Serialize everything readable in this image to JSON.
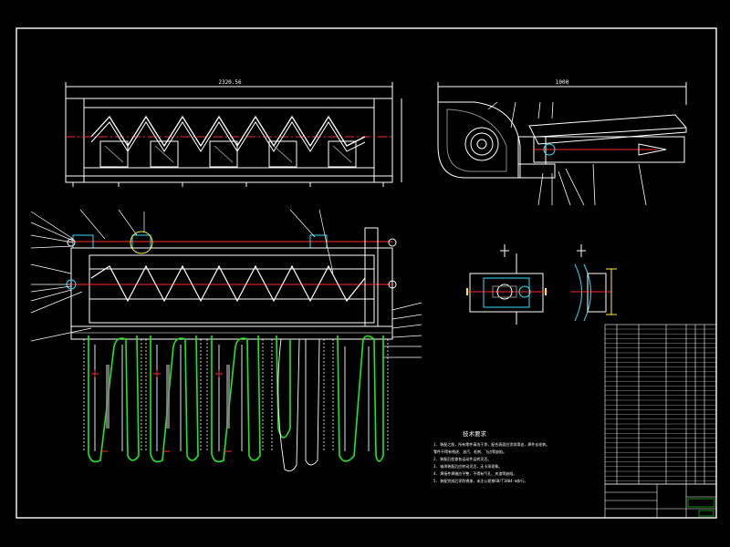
{
  "drawing": {
    "front_view_dimension": "2320.56",
    "side_view_dimension": "1000",
    "tech_req_title": "技术要求",
    "tech_req_lines": [
      "1. 装配之前，所有零件清洗干净，配合表面应涂润滑油，焊件去毛刺。",
      "   零件不得有锈迹、油污、毛刺、飞边等缺陷。",
      "2. 装配后检查各运动件运转灵活。",
      "3. 轴承装配后应转动灵活，无卡滞现象。",
      "4. 焊接件焊缝应平整，不得有气孔、夹渣等缺陷。",
      "5. 装配完成后涂防锈漆，未注公差按GB/T1804-m执行。"
    ]
  },
  "colors": {
    "border": "#ffffff",
    "line_white": "#ffffff",
    "centerline_red": "#ff2a2a",
    "highlight_green": "#22e822",
    "part_cyan": "#33e0ff",
    "dim_yellow": "#ffee33",
    "hatch_gray": "#8a8a8a"
  }
}
